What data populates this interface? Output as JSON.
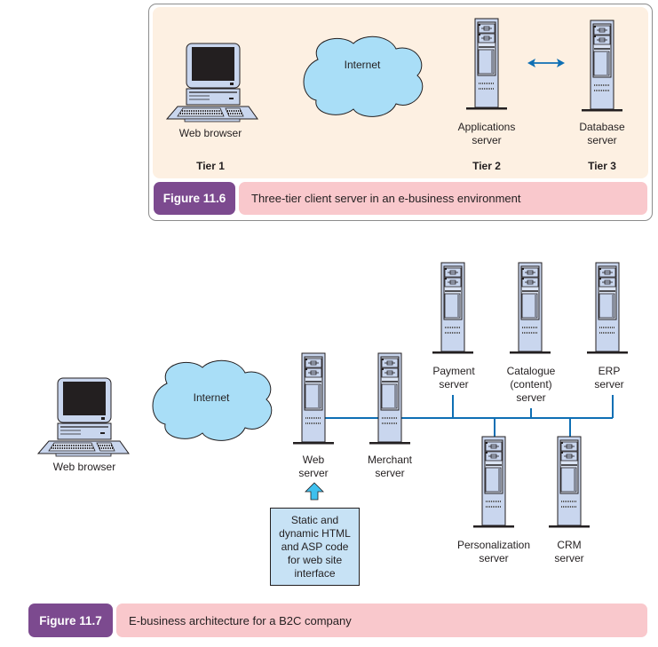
{
  "colors": {
    "content_bg": "#fdf0e2",
    "caption_label_bg": "#7c4a8f",
    "caption_text_bg": "#f9c8cc",
    "cloud_fill": "#a9def7",
    "server_fill": "#c9d6ee",
    "connector": "#0e6fb4",
    "note_fill": "#c7e2f5",
    "arrow_fill": "#3fc0ee"
  },
  "figure1": {
    "label": "Figure 11.6",
    "caption": "Three-tier client server in an e-business environment",
    "nodes": {
      "client": {
        "label": "Web browser",
        "icon": "desktop-computer-icon"
      },
      "internet": {
        "label": "Internet",
        "icon": "cloud-icon"
      },
      "app_server": {
        "label_line1": "Applications",
        "label_line2": "server",
        "icon": "server-tower-icon"
      },
      "db_server": {
        "label_line1": "Database",
        "label_line2": "server",
        "icon": "server-tower-icon"
      }
    },
    "link": {
      "from": "Applications server",
      "to": "Database server",
      "type": "bidirectional-arrow"
    },
    "tiers": [
      "Tier 1",
      "Tier 2",
      "Tier 3"
    ]
  },
  "figure2": {
    "label": "Figure 11.7",
    "caption": "E-business architecture for a B2C company",
    "nodes": {
      "client": {
        "label": "Web browser",
        "icon": "desktop-computer-icon"
      },
      "internet": {
        "label": "Internet",
        "icon": "cloud-icon"
      },
      "web_server": {
        "label_line1": "Web",
        "label_line2": "server"
      },
      "merchant_server": {
        "label_line1": "Merchant",
        "label_line2": "server"
      },
      "payment_server": {
        "label_line1": "Payment",
        "label_line2": "server"
      },
      "catalogue_server": {
        "label_line1": "Catalogue",
        "label_line2": "(content)",
        "label_line3": "server"
      },
      "erp_server": {
        "label_line1": "ERP",
        "label_line2": "server"
      },
      "personalization_server": {
        "label_line1": "Personalization",
        "label_line2": "server"
      },
      "crm_server": {
        "label_line1": "CRM",
        "label_line2": "server"
      }
    },
    "note": {
      "lines": [
        "Static and",
        "dynamic HTML",
        "and ASP code",
        "for web site",
        "interface"
      ],
      "points_to": "Web server"
    },
    "bus_connections": [
      "Web server",
      "Merchant server",
      "Payment server",
      "Catalogue (content) server",
      "ERP server",
      "Personalization server",
      "CRM server"
    ]
  }
}
